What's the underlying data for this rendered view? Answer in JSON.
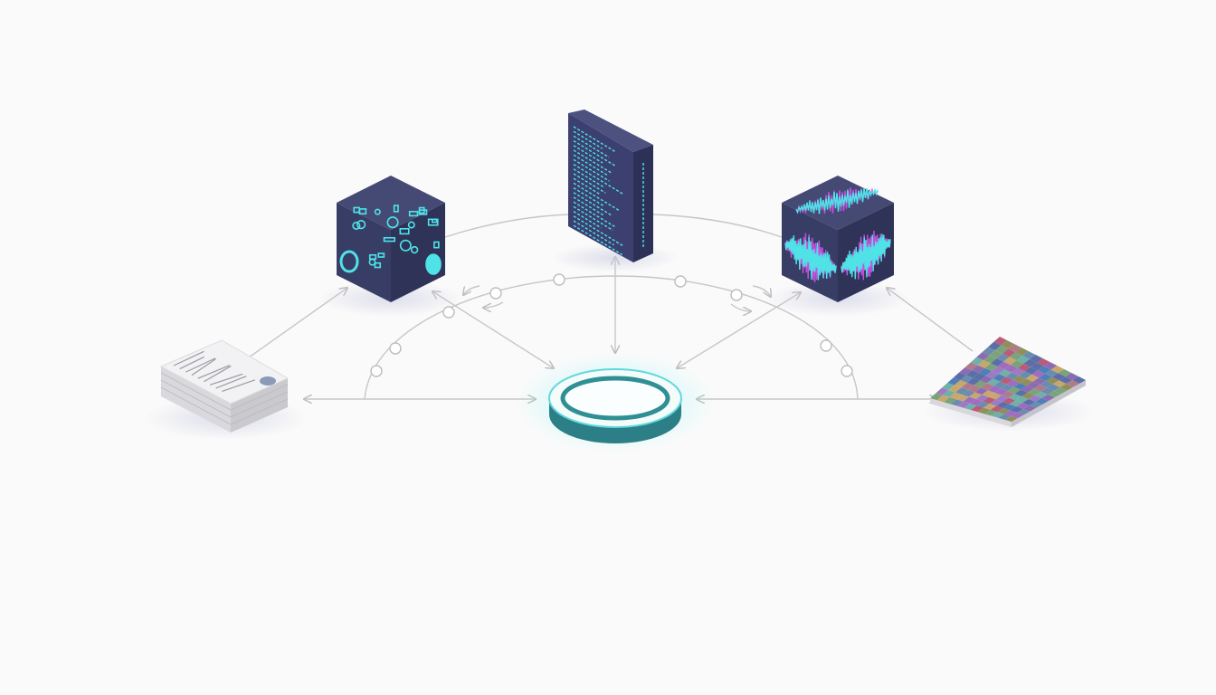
{
  "diagram": {
    "nodes": [
      {
        "id": "document-stack",
        "icon": "paper-stack-icon"
      },
      {
        "id": "data-cube",
        "icon": "hud-cube-icon"
      },
      {
        "id": "text-slab",
        "icon": "text-document-slab-icon"
      },
      {
        "id": "audio-cube",
        "icon": "waveform-cube-icon"
      },
      {
        "id": "image-mosaic",
        "icon": "pixel-mosaic-icon"
      },
      {
        "id": "central-hub",
        "icon": "glowing-ring-icon"
      }
    ],
    "colors": {
      "background": "#fafafa",
      "cube_dark": "#3a3f66",
      "cube_side": "#2e3256",
      "accent_cyan": "#4fe3e8",
      "accent_magenta": "#c84fe0",
      "hub_teal": "#2f8f95",
      "connector": "#c4c4c4"
    }
  }
}
